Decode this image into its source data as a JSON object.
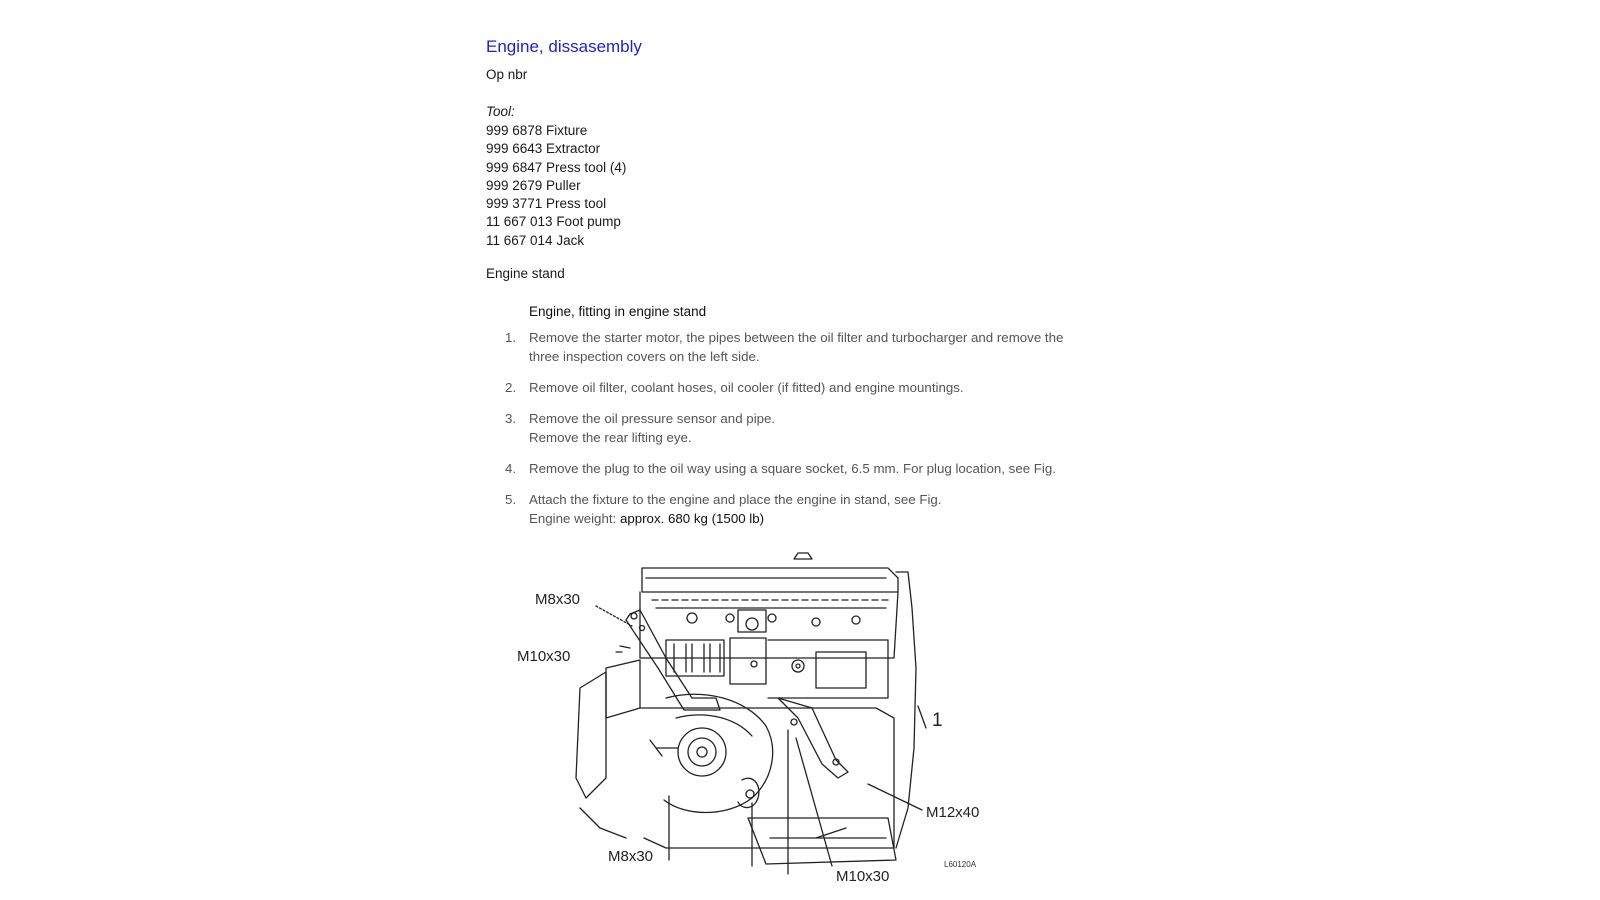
{
  "document": {
    "title": "Engine, dissasembly",
    "op_nbr_label": "Op nbr",
    "tool_heading": "Tool:",
    "tools": [
      "999 6878 Fixture",
      "999 6643 Extractor",
      "999 6847 Press tool (4)",
      "999 2679 Puller",
      "999 3771 Press tool",
      "11 667 013 Foot pump",
      "11 667 014 Jack"
    ],
    "engine_stand_label": "Engine stand",
    "section_heading": "Engine, fitting in engine stand",
    "steps": [
      {
        "number": "1.",
        "line1": "Remove the starter motor, the pipes between the oil filter and turbocharger and remove the",
        "line2": "three inspection covers on the left side."
      },
      {
        "number": "2.",
        "line1": "Remove oil filter, coolant hoses, oil cooler (if fitted) and engine mountings."
      },
      {
        "number": "3.",
        "line1": "Remove the oil pressure sensor and pipe.",
        "line2": "Remove the rear lifting eye."
      },
      {
        "number": "4.",
        "line1": "Remove the plug to the oil way using a square socket, 6.5 mm. For plug location, see Fig."
      },
      {
        "number": "5.",
        "line1": "Attach the fixture to the engine and place the engine in stand, see Fig.",
        "line2_prefix": "Engine weight: ",
        "line2_value": "approx. 680 kg (1500 lb)"
      }
    ]
  },
  "figure": {
    "callouts": {
      "m8x30_top": "M8x30",
      "m10x30_left": "M10x30",
      "ref_1": "1",
      "m12x40": "M12x40",
      "m8x30_bottom": "M8x30",
      "m10x30_bottom": "M10x30"
    },
    "code": "L60120A"
  }
}
